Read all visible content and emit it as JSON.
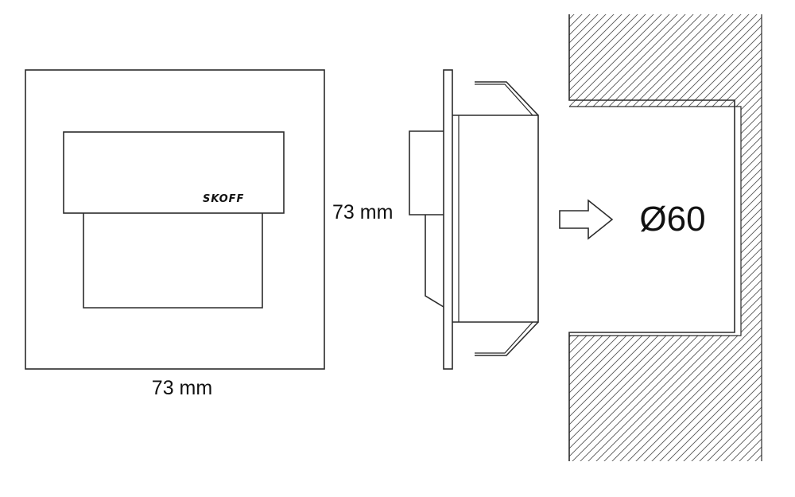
{
  "front_view": {
    "brand": "SKOFF",
    "width_label": "73 mm"
  },
  "side_view": {
    "height_label": "73 mm"
  },
  "mounting_hole": {
    "diameter_label": "Ø60"
  }
}
